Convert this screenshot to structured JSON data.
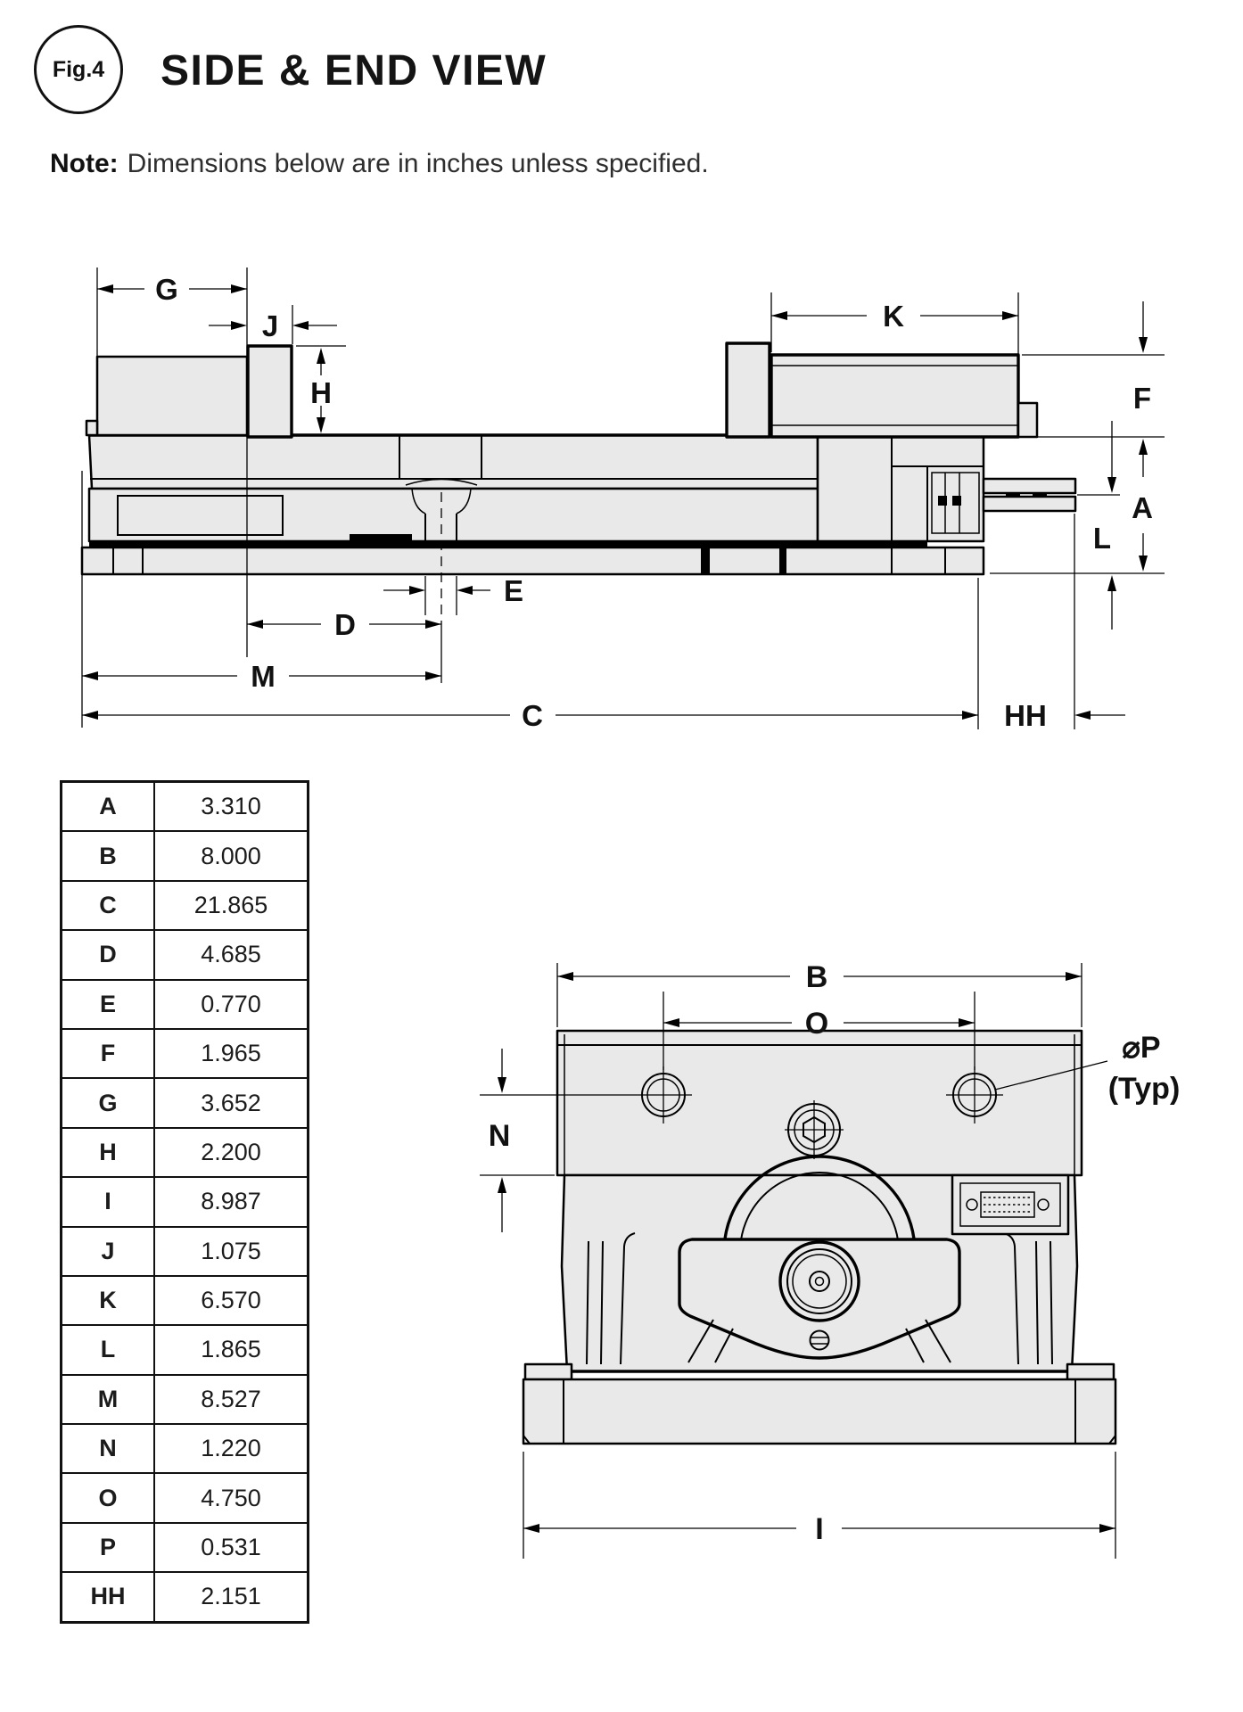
{
  "figure": {
    "badge": "Fig.4",
    "title": "SIDE & END VIEW"
  },
  "note": {
    "bold": "Note:",
    "text": "Dimensions below are in inches unless specified."
  },
  "side_view": {
    "dims": {
      "G": "G",
      "J": "J",
      "H": "H",
      "K": "K",
      "F": "F",
      "A": "A",
      "L": "L",
      "E": "E",
      "D": "D",
      "M": "M",
      "C": "C",
      "HH": "HH"
    }
  },
  "end_view": {
    "dims": {
      "B": "B",
      "O": "O",
      "N": "N",
      "I": "I"
    },
    "p_callout": {
      "dia": "⌀P",
      "typ": "(Typ)"
    }
  },
  "dim_table": {
    "rows": [
      {
        "label": "A",
        "value": "3.310"
      },
      {
        "label": "B",
        "value": "8.000"
      },
      {
        "label": "C",
        "value": "21.865"
      },
      {
        "label": "D",
        "value": "4.685"
      },
      {
        "label": "E",
        "value": "0.770"
      },
      {
        "label": "F",
        "value": "1.965"
      },
      {
        "label": "G",
        "value": "3.652"
      },
      {
        "label": "H",
        "value": "2.200"
      },
      {
        "label": "I",
        "value": "8.987"
      },
      {
        "label": "J",
        "value": "1.075"
      },
      {
        "label": "K",
        "value": "6.570"
      },
      {
        "label": "L",
        "value": "1.865"
      },
      {
        "label": "M",
        "value": "8.527"
      },
      {
        "label": "N",
        "value": "1.220"
      },
      {
        "label": "O",
        "value": "4.750"
      },
      {
        "label": "P",
        "value": "0.531"
      },
      {
        "label": "HH",
        "value": "2.151"
      }
    ]
  }
}
